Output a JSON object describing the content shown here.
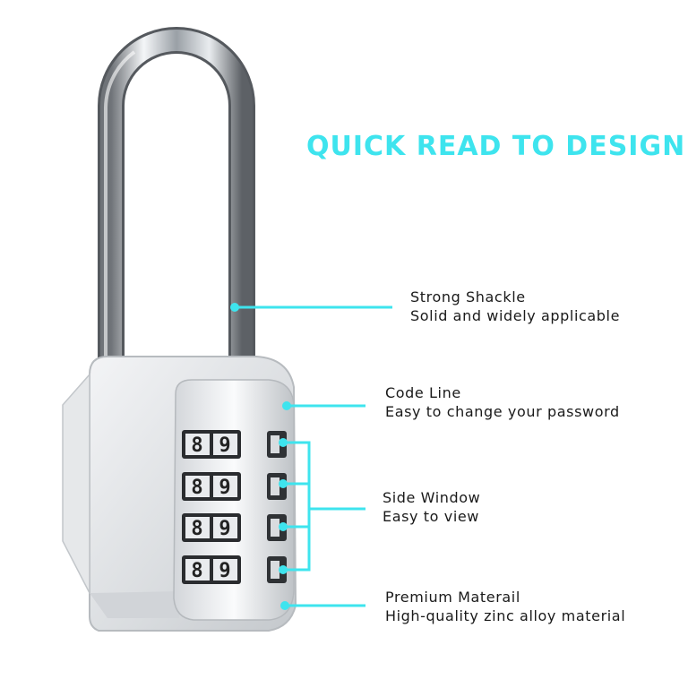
{
  "headline": {
    "text": "QUICK READ TO DESIGN",
    "color": "#3ee4ee"
  },
  "accent_color": "#3ee4ee",
  "callouts": [
    {
      "title": "Strong Shackle",
      "subtitle": "Solid and widely applicable"
    },
    {
      "title": "Code Line",
      "subtitle": "Easy to change your password"
    },
    {
      "title": "Side Window",
      "subtitle": "Easy to view"
    },
    {
      "title": "Premium Materail",
      "subtitle": "High-quality zinc alloy material"
    }
  ],
  "dials": [
    {
      "digits": [
        "8",
        "9"
      ]
    },
    {
      "digits": [
        "8",
        "9"
      ]
    },
    {
      "digits": [
        "8",
        "9"
      ]
    },
    {
      "digits": [
        "8",
        "9"
      ]
    }
  ]
}
